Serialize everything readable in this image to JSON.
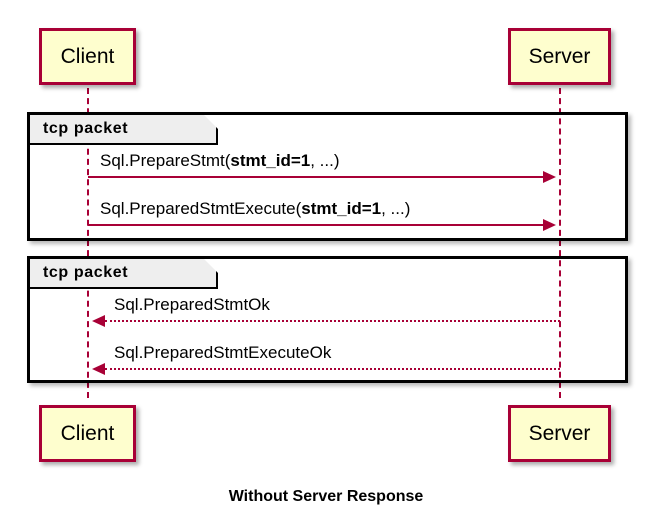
{
  "diagram": {
    "type": "sequence-diagram",
    "caption": "Without Server Response",
    "colors": {
      "participant_fill": "#FEFECE",
      "participant_border": "#A80036",
      "arrow": "#A80036",
      "frame_border": "#000000",
      "frame_header_fill": "#EEEEEE",
      "background": "#FFFFFF"
    },
    "participants": [
      {
        "id": "client",
        "label": "Client"
      },
      {
        "id": "server",
        "label": "Server"
      }
    ],
    "participants_bottom": [
      {
        "id": "client",
        "label": "Client"
      },
      {
        "id": "server",
        "label": "Server"
      }
    ],
    "groups": [
      {
        "id": "group-1",
        "label": "tcp packet"
      },
      {
        "id": "group-2",
        "label": "tcp packet"
      }
    ],
    "messages": [
      {
        "id": "msg-1",
        "from": "client",
        "to": "server",
        "direction": "right",
        "style": "solid",
        "group": "group-1",
        "text_prefix": "Sql.PrepareStmt(",
        "text_bold": "stmt_id=1",
        "text_suffix": ", ...)",
        "full_text": "Sql.PrepareStmt(stmt_id=1, ...)"
      },
      {
        "id": "msg-2",
        "from": "client",
        "to": "server",
        "direction": "right",
        "style": "solid",
        "group": "group-1",
        "text_prefix": "Sql.PreparedStmtExecute(",
        "text_bold": "stmt_id=1",
        "text_suffix": ", ...)",
        "full_text": "Sql.PreparedStmtExecute(stmt_id=1, ...)"
      },
      {
        "id": "msg-3",
        "from": "server",
        "to": "client",
        "direction": "left",
        "style": "dotted",
        "group": "group-2",
        "text_prefix": "Sql.PreparedStmtOk",
        "text_bold": "",
        "text_suffix": "",
        "full_text": "Sql.PreparedStmtOk"
      },
      {
        "id": "msg-4",
        "from": "server",
        "to": "client",
        "direction": "left",
        "style": "dotted",
        "group": "group-2",
        "text_prefix": "Sql.PreparedStmtExecuteOk",
        "text_bold": "",
        "text_suffix": "",
        "full_text": "Sql.PreparedStmtExecuteOk"
      }
    ]
  }
}
